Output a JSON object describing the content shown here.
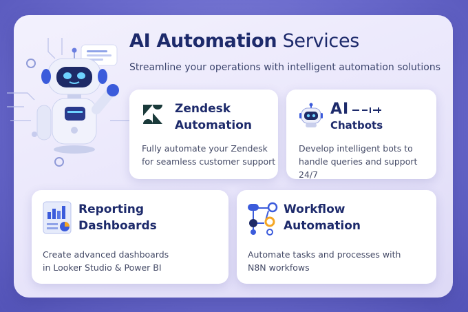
{
  "header": {
    "title_bold": "AI Automation",
    "title_rest": " Services",
    "subtitle": "Streamline your operations with intelligent automation solutions"
  },
  "cards": [
    {
      "title_line1": "Zendesk",
      "title_line2": "Automation",
      "desc_line1": "Fully automate your Zendesk",
      "desc_line2": "for seamless customer support",
      "icon": "zendesk-logo-icon"
    },
    {
      "title_line1": "AI",
      "title_line2": "Chatbots",
      "desc_line1": "Develop intelligent bots to",
      "desc_line2": "handle queries and support 24/7",
      "icon": "chatbot-icon"
    },
    {
      "title_line1": "Reporting",
      "title_line2": "Dashboards",
      "desc_line1": "Create advanced dashboards",
      "desc_line2": "in Looker Studio & Power BI",
      "icon": "dashboard-chart-icon"
    },
    {
      "title_line1": "Workflow",
      "title_line2": "Automation",
      "desc_line1": "Automate tasks and processes with",
      "desc_line2": "N8N workfows",
      "icon": "workflow-nodes-icon"
    }
  ],
  "colors": {
    "navy": "#1d2a6b",
    "accent_blue": "#3b5bdb",
    "background": "#6a6acc"
  }
}
